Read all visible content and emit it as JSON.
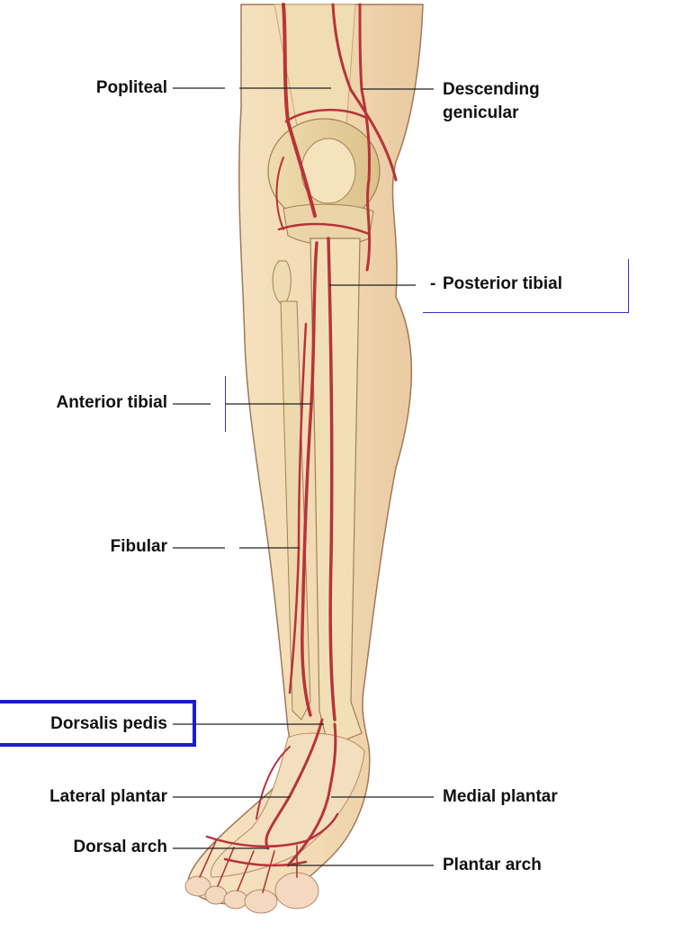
{
  "labels": {
    "popliteal": "Popliteal",
    "descending_genicular_1": "Descending",
    "descending_genicular_2": "genicular",
    "posterior_tibial": "Posterior tibial",
    "posterior_tibial_dash": "-",
    "anterior_tibial": "Anterior tibial",
    "fibular": "Fibular",
    "dorsalis_pedis": "Dorsalis pedis",
    "lateral_plantar": "Lateral plantar",
    "medial_plantar": "Medial plantar",
    "dorsal_arch": "Dorsal arch",
    "plantar_arch": "Plantar arch"
  },
  "colors": {
    "highlight_box": "#1a1ad6",
    "artery": "#b8333a",
    "skin": "#f1dcb8",
    "bone": "#e8d3a6",
    "leader": "#222222"
  }
}
